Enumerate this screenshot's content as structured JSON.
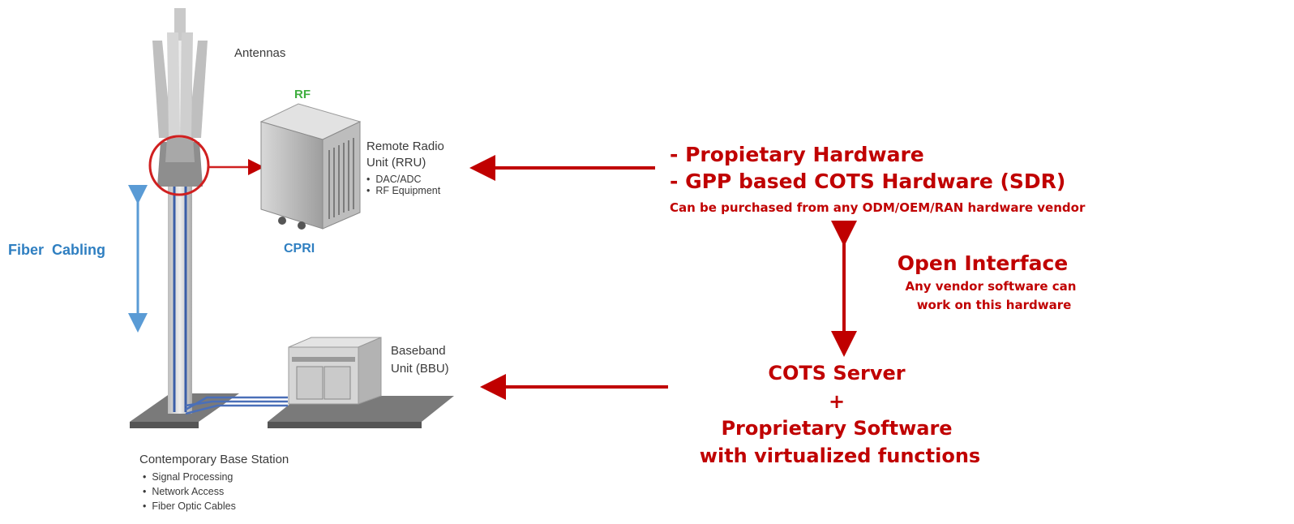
{
  "left": {
    "antennas_label": "Antennas",
    "rf_label": "RF",
    "rru_title_line1": "Remote Radio",
    "rru_title_line2": "Unit (RRU)",
    "rru_bullets": [
      "DAC/ADC",
      "RF Equipment"
    ],
    "cpri_label": "CPRI",
    "fiber_label": "Fiber  Cabling",
    "bbu_line1": "Baseband",
    "bbu_line2": "Unit (BBU)",
    "base_station_title": "Contemporary Base Station",
    "base_station_bullets": [
      "Signal Processing",
      "Network Access",
      "Fiber Optic Cables"
    ]
  },
  "right": {
    "hw_line1": "- Propietary Hardware",
    "hw_line2": "- GPP based COTS Hardware (SDR)",
    "hw_note": "Can be purchased from any ODM/OEM/RAN hardware vendor",
    "open_title": "Open Interface",
    "open_note_line1": "Any vendor software can",
    "open_note_line2": "work on this hardware",
    "server_line1": "COTS Server",
    "server_plus": "+",
    "server_line3": "Proprietary Software",
    "server_line4": "with virtualized functions"
  },
  "colors": {
    "accent_red": "#c00000",
    "fiber_blue": "#2f7fc1",
    "rf_green": "#3fae3f"
  }
}
